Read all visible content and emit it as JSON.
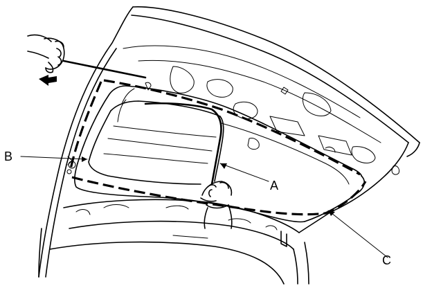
{
  "diagram": {
    "callouts": {
      "a": "A",
      "b": "B",
      "c": "C"
    }
  }
}
